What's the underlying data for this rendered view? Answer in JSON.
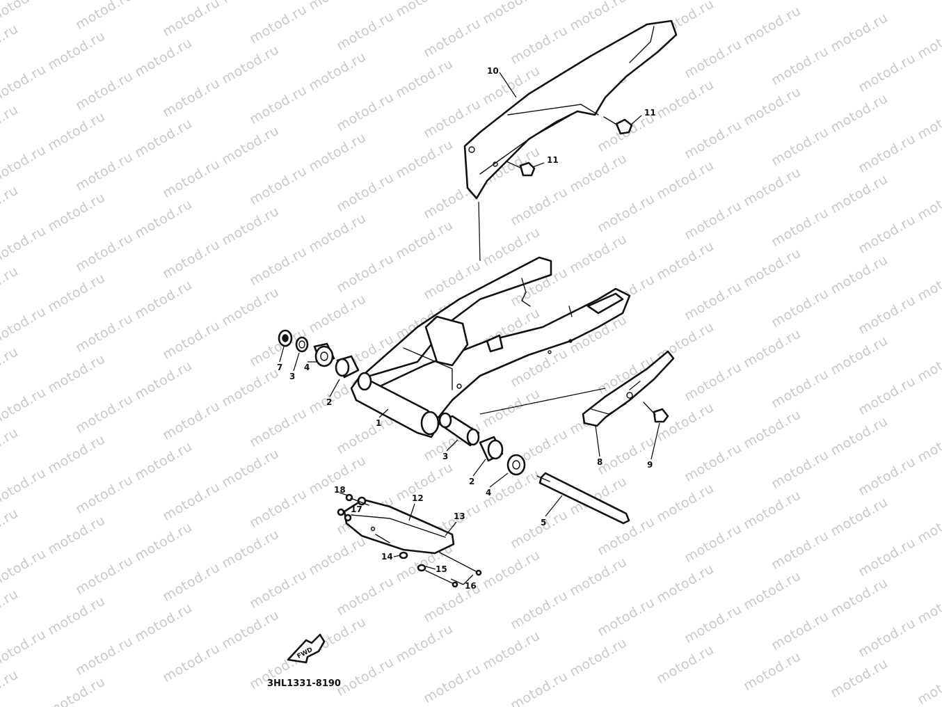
{
  "watermark": {
    "text": "motod.ru"
  },
  "drawing_code": "3HL1331-8190",
  "direction_arrow": {
    "label": "FWD",
    "icon": "forward-arrow-icon"
  },
  "callouts": {
    "c1": "1",
    "c2a": "2",
    "c2b": "2",
    "c3a": "3",
    "c3b": "3",
    "c4a": "4",
    "c4b": "4",
    "c5": "5",
    "c7": "7",
    "c8": "8",
    "c9": "9",
    "c10": "10",
    "c11a": "11",
    "c11b": "11",
    "c12": "12",
    "c13": "13",
    "c14": "14",
    "c15": "15",
    "c16": "16",
    "c18": "18",
    "c17": "17"
  },
  "colors": {
    "line": "#111111",
    "watermark": "#c9c9c9",
    "background": "#ffffff"
  }
}
